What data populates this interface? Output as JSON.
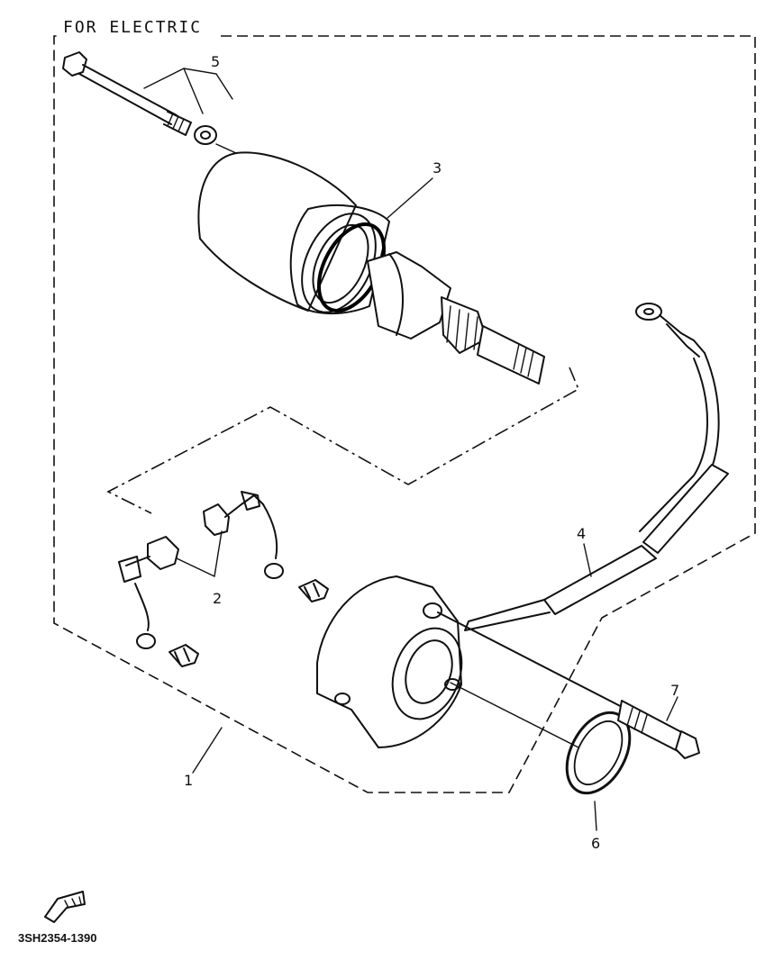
{
  "diagram": {
    "title": "FOR ELECTRIC",
    "ref_code": "3SH2354-1390",
    "fwd_icon": "fwd-arrow-icon",
    "callouts": {
      "c1": "1",
      "c2": "2",
      "c3": "3",
      "c4": "4",
      "c5": "5",
      "c6": "6",
      "c7": "7"
    }
  }
}
